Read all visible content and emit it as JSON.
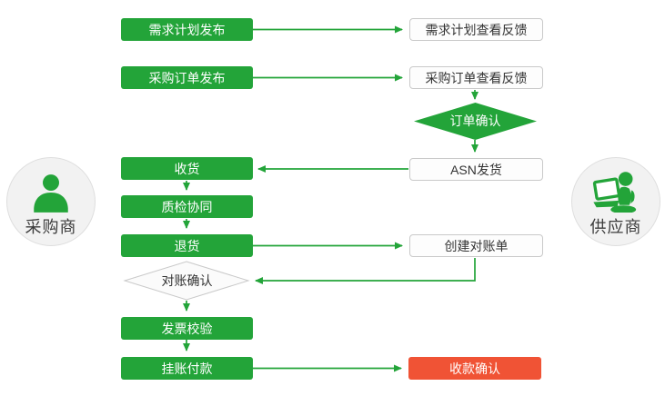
{
  "diagram": {
    "actors": {
      "buyer": "采购商",
      "supplier": "供应商"
    },
    "nodes": {
      "demand_plan_publish": "需求计划发布",
      "demand_plan_feedback": "需求计划查看反馈",
      "po_publish": "采购订单发布",
      "po_feedback": "采购订单查看反馈",
      "order_confirm": "订单确认",
      "asn_ship": "ASN发货",
      "receive": "收货",
      "quality_collab": "质检协同",
      "return_goods": "退货",
      "create_statement": "创建对账单",
      "statement_confirm": "对账确认",
      "invoice_check": "发票校验",
      "payment_on_account": "挂账付款",
      "collection_confirm": "收款确认"
    },
    "icons": {
      "buyer": "person-icon",
      "supplier": "person-laptop-icon"
    },
    "colors": {
      "process_green": "#23a439",
      "terminal_red": "#f05335",
      "connector_green": "#23a439",
      "feedback_box_border": "#c9c9c9",
      "feedback_box_bg": "#fdfdfd",
      "decision_grey_bg": "#fbfbfb",
      "decision_grey_border": "#c9c9c9",
      "actor_circle_bg": "#f2f2f2",
      "text_dark": "#333333"
    }
  }
}
